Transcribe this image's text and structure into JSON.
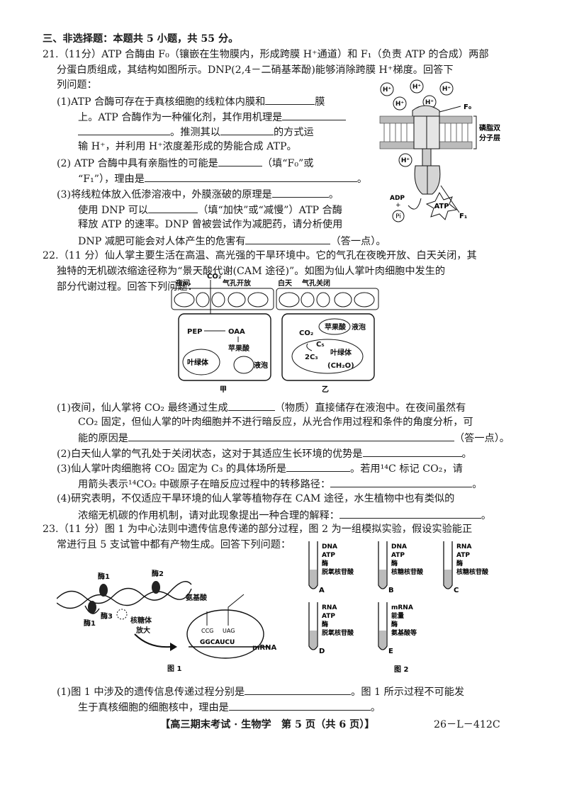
{
  "section_title": "三、非选择题：本题共 5 小题，共 55 分。",
  "q21": {
    "l1": "21.（11分）ATP 合酶由 F₀（镶嵌在生物膜内，形成跨膜 H⁺通道）和 F₁（负责 ATP 的合成）两部",
    "l2": "分蛋白质组成，其结构如图所示。DNP(2,4－二硝基苯酚)能够消除跨膜 H⁺梯度。回答下",
    "l3": "列问题：",
    "p1a": "(1)ATP 合酶可存在于真核细胞的线粒体内膜和",
    "p1a_end": "膜",
    "p1b": "上。ATP 合酶作为一种催化剂，其作用机理是",
    "p1c": "。推测其以",
    "p1c_end": "的方式运",
    "p1d": "输 H⁺，并利用 H⁺浓度差形成的势能合成 ATP。",
    "p2a": "(2) ATP 合酶中具有亲脂性的可能是",
    "p2a_end": "（填“F₀”或",
    "p2b": "“F₁”），理由是",
    "p2b_end": "。",
    "p3a": "(3)将线粒体放入低渗溶液中，外膜涨破的原理是",
    "p3a_end": "。",
    "p3b": "使用 DNP 可以",
    "p3b_end": "（填“加快”或“减慢”）ATP 合酶",
    "p3c": "释放 ATP 的速率。DNP 曾被尝试作为减肥药，请分析使用",
    "p3d": "DNP 减肥可能会对人体产生的危害有",
    "p3d_end": "（答一点）。",
    "fig": {
      "h": "H⁺",
      "f0": "F₀",
      "f1": "F₁",
      "membrane": "磷脂双",
      "membrane2": "分子层",
      "adp": "ADP",
      "plus": "+",
      "pi": "Pi",
      "atp": "ATP"
    }
  },
  "q22": {
    "l1": "22.（11 分）仙人掌主要生活在高温、高光强的干旱环境中。它的气孔在夜晚开放、白天关闭，其",
    "l2": "独特的无机碳浓缩途径称为“景天酸代谢(CAM 途径)”。如图为仙人掌叶肉细胞中发生的",
    "l3": "部分代谢过程。回答下列问题：",
    "fig": {
      "night": "夜间",
      "co2": "CO₂",
      "stoma_open": "气孔开放",
      "day": "白天",
      "stoma_closed": "气孔关闭",
      "pep": "PEP",
      "oaa": "OAA",
      "malate": "苹果酸",
      "chloroplast": "叶绿体",
      "vacuole": "液泡",
      "label_a": "甲",
      "co2_b": "CO₂",
      "malate_b": "苹果酸",
      "vacuole_b": "液泡",
      "c5": "C₅",
      "c3": "2C₃",
      "chloroplast_b": "叶绿体",
      "ch2o": "(CH₂O)",
      "label_b": "乙"
    },
    "p1a": "(1)夜间，仙人掌将 CO₂ 最终通过生成",
    "p1a_end": "（物质）直接储存在液泡中。在夜间虽然有",
    "p1b": "CO₂ 固定，但仙人掌的叶肉细胞并不进行暗反应，从光合作用过程和条件的角度分析，可",
    "p1c": "能的原因是",
    "p1c_end": "（答一点）。",
    "p2": "(2)白天仙人掌的气孔处于关闭状态，这对于其适应生长环境的优势是",
    "p2_end": "。",
    "p3a": "(3)仙人掌叶肉细胞将 CO₂ 固定为 C₃ 的具体场所是",
    "p3a_end": "。若用¹⁴C 标记 CO₂，请",
    "p3b": "用箭头表示¹⁴CO₂ 中碳原子在暗反应过程中的转移路径：",
    "p3b_end": "。",
    "p4a": "(4)研究表明，不仅适应干旱环境的仙人掌等植物存在 CAM 途径，水生植物中也有类似的",
    "p4b": "浓缩无机碳的作用机制，请对此现象提出一种合理的解释：",
    "p4b_end": "。"
  },
  "q23": {
    "l1": "23.（11 分）图 1 为中心法则中遗传信息传递的部分过程，图 2 为一组模拟实验，假设实验能正",
    "l2": "常进行且 5 支试管中都有产物生成。回答下列问题：",
    "fig1": {
      "enzyme1a": "酶1",
      "enzyme2": "酶2",
      "enzyme3": "酶3",
      "enzyme1b": "酶1",
      "ribosome": "核糖体",
      "enlarge": "放大",
      "amino": "氨基酸",
      "mrna": "mRNA",
      "codons": "GGCAUCU",
      "anticodon1": "CCG",
      "anticodon2": "UAG",
      "caption": "图 1"
    },
    "fig2": {
      "tubeA": [
        "DNA",
        "ATP",
        "酶",
        "脱氧核苷酸"
      ],
      "tubeB": [
        "DNA",
        "ATP",
        "酶",
        "核糖核苷酸"
      ],
      "tubeC": [
        "RNA",
        "ATP",
        "酶",
        "核糖核苷酸"
      ],
      "tubeD": [
        "RNA",
        "ATP",
        "酶",
        "脱氧核苷酸"
      ],
      "tubeE": [
        "mRNA",
        "能量",
        "酶",
        "氨基酸等"
      ],
      "labels": [
        "A",
        "B",
        "C",
        "D",
        "E"
      ],
      "caption": "图 2"
    },
    "p1a": "(1)图 1 中涉及的遗传信息传递过程分别是",
    "p1a_end": "。图 1 所示过程不可能发",
    "p1b": "生于真核细胞的细胞核中，理由是",
    "p1b_end": "。"
  },
  "footer": {
    "center": "【高三期末考试 · 生物学　第 5 页（共 6 页）】",
    "code": "26－L－412C"
  }
}
